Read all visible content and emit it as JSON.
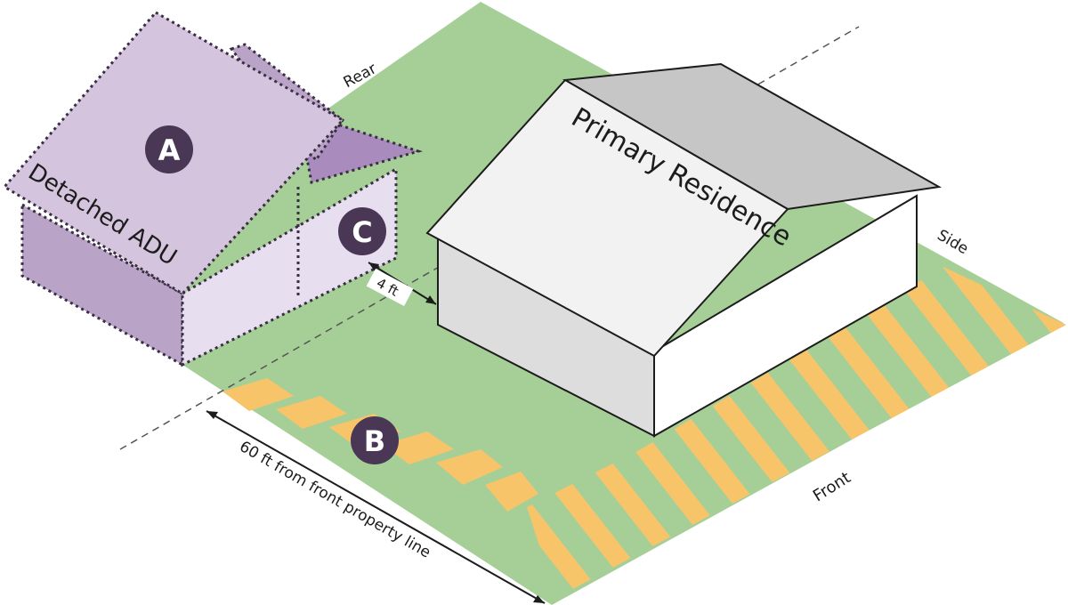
{
  "labels": {
    "rear": "Rear",
    "side": "Side",
    "front": "Front",
    "primary_residence": "Primary Residence",
    "detached_adu": "Detached ADU",
    "setback_4ft": "4 ft",
    "front_distance": "60 ft from front property line"
  },
  "badges": {
    "a": "A",
    "b": "B",
    "c": "C"
  },
  "colors": {
    "lawn": "#a6cf97",
    "stripe": "#f7c46a",
    "adu_roof": "#d5c4dd",
    "adu_roof_dark": "#b9a4c8",
    "adu_wall_side": "#b9a4c8",
    "adu_wall_front": "#e7def0",
    "badge": "#4a3655",
    "house_roof": "#c6c6c6",
    "house_roof_light": "#f2f2f2",
    "house_wall_left": "#dddddd",
    "house_wall_right": "#ffffff",
    "outline": "#1c1c1c"
  }
}
